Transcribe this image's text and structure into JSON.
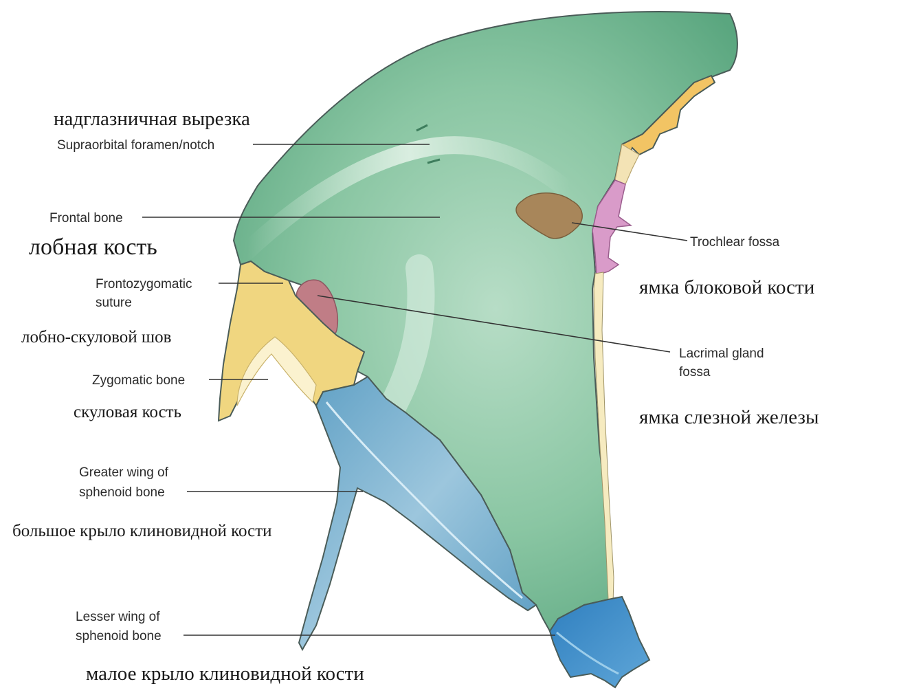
{
  "labels": {
    "supraorbital_ru": "надглазничная вырезка",
    "supraorbital_en": "Supraorbital foramen/notch",
    "frontal_en": "Frontal bone",
    "frontal_ru": "лобная кость",
    "frontozygomatic_en_1": "Frontozygomatic",
    "frontozygomatic_en_2": "suture",
    "frontozygomatic_ru": "лобно-скуловой шов",
    "zygomatic_en": "Zygomatic bone",
    "zygomatic_ru": "скуловая кость",
    "greater_wing_en_1": "Greater wing of",
    "greater_wing_en_2": "sphenoid bone",
    "greater_wing_ru": "большое крыло клиновидной кости",
    "lesser_wing_en_1": "Lesser wing of",
    "lesser_wing_en_2": "sphenoid bone",
    "lesser_wing_ru": "малое крыло клиновидной кости",
    "trochlear_en": "Trochlear fossa",
    "trochlear_ru": "ямка блоковой кости",
    "lacrimal_en_1": "Lacrimal gland",
    "lacrimal_en_2": "fossa",
    "lacrimal_ru": "ямка слезной железы"
  },
  "colors": {
    "frontal_bone": "#6bb38e",
    "frontal_highlight": "#a9d8bd",
    "zygomatic_bone": "#f0d680",
    "sphenoid_greater_wing": "#7fb3cf",
    "sphenoid_lesser_wing": "#3f8fc8",
    "trochlear_fossa": "#a8865a",
    "lacrimal_gland_fossa": "#c07d86",
    "lacrimal_bone": "#d99bc9",
    "ethmoid_bone": "#f2c464",
    "nasal_region": "#f3e3b5"
  }
}
